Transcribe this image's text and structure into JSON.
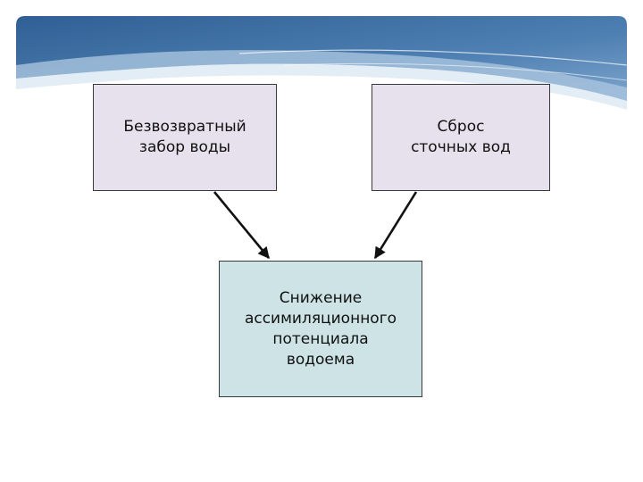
{
  "diagram": {
    "nodes": {
      "left": {
        "label": "Безвозвратный\nзабор воды"
      },
      "right": {
        "label": "Сброс\nсточных вод"
      },
      "bottom": {
        "label": "Снижение\nассимиляционного\nпотенциала\nводоема"
      }
    },
    "edges": [
      {
        "from": "left",
        "to": "bottom"
      },
      {
        "from": "right",
        "to": "bottom"
      }
    ]
  },
  "colors": {
    "header_blue": "#4a79aa",
    "box_lavender": "#e6e1ec",
    "box_teal": "#cde3e5",
    "arrow": "#111111"
  }
}
